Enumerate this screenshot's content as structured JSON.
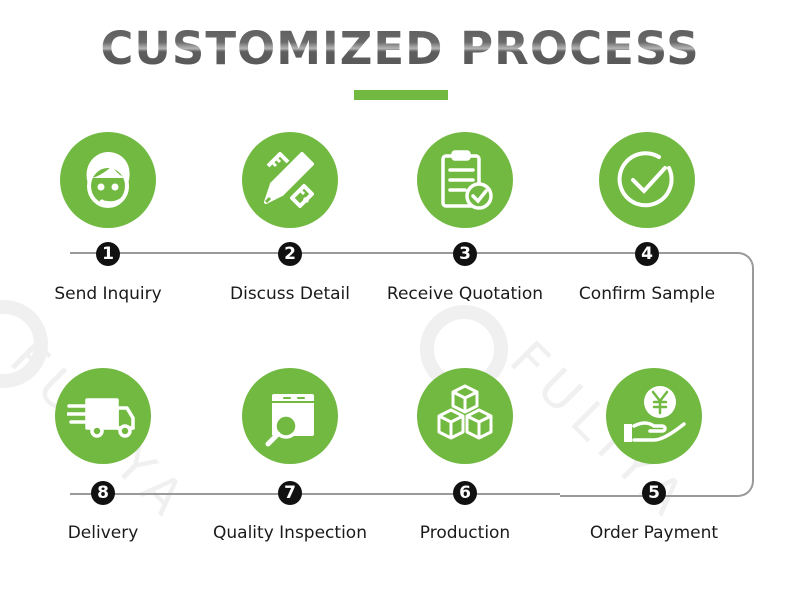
{
  "header": {
    "title": "CUSTOMIZED PROCESS",
    "accent_color": "#72b942"
  },
  "watermark": {
    "text": "FULIYA"
  },
  "colors": {
    "icon_circle": "#72b942",
    "number_badge": "#111111",
    "connector_line": "#9a9a9a",
    "label_text": "#1a1a1a"
  },
  "steps": [
    {
      "number": "1",
      "label": "Send Inquiry",
      "icon": "customer-service-headset-icon"
    },
    {
      "number": "2",
      "label": "Discuss Detail",
      "icon": "pencil-ruler-icon"
    },
    {
      "number": "3",
      "label": "Receive Quotation",
      "icon": "clipboard-check-icon"
    },
    {
      "number": "4",
      "label": "Confirm Sample",
      "icon": "check-circle-icon"
    },
    {
      "number": "5",
      "label": "Order Payment",
      "icon": "yen-coin-hand-icon"
    },
    {
      "number": "6",
      "label": "Production",
      "icon": "stacked-boxes-icon"
    },
    {
      "number": "7",
      "label": "Quality Inspection",
      "icon": "box-magnifier-icon"
    },
    {
      "number": "8",
      "label": "Delivery",
      "icon": "delivery-truck-icon"
    }
  ]
}
